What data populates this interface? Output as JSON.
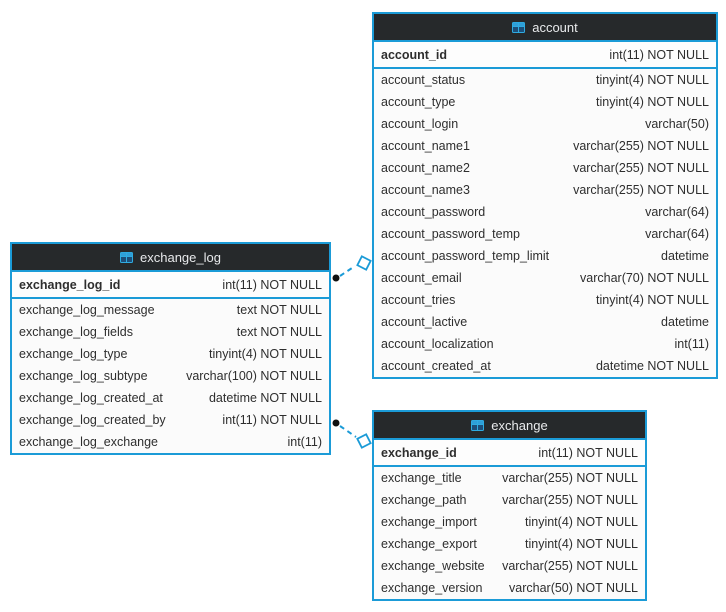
{
  "colors": {
    "accent": "#1b9bd7",
    "header_bg": "#26292b",
    "header_text": "#e8eaec",
    "row_bg": "#fbfbfb",
    "pk_row_bg": "#fdfdfd",
    "text": "#2e2e2e"
  },
  "tables": [
    {
      "name": "account",
      "icon": "table-grid-icon",
      "primary_key": {
        "name": "account_id",
        "type": "int(11) NOT NULL"
      },
      "columns": [
        {
          "name": "account_status",
          "type": "tinyint(4) NOT NULL"
        },
        {
          "name": "account_type",
          "type": "tinyint(4) NOT NULL"
        },
        {
          "name": "account_login",
          "type": "varchar(50)"
        },
        {
          "name": "account_name1",
          "type": "varchar(255) NOT NULL"
        },
        {
          "name": "account_name2",
          "type": "varchar(255) NOT NULL"
        },
        {
          "name": "account_name3",
          "type": "varchar(255) NOT NULL"
        },
        {
          "name": "account_password",
          "type": "varchar(64)"
        },
        {
          "name": "account_password_temp",
          "type": "varchar(64)"
        },
        {
          "name": "account_password_temp_limit",
          "type": "datetime"
        },
        {
          "name": "account_email",
          "type": "varchar(70) NOT NULL"
        },
        {
          "name": "account_tries",
          "type": "tinyint(4) NOT NULL"
        },
        {
          "name": "account_lactive",
          "type": "datetime"
        },
        {
          "name": "account_localization",
          "type": "int(11)"
        },
        {
          "name": "account_created_at",
          "type": "datetime NOT NULL"
        }
      ]
    },
    {
      "name": "exchange_log",
      "icon": "table-grid-icon",
      "primary_key": {
        "name": "exchange_log_id",
        "type": "int(11) NOT NULL"
      },
      "columns": [
        {
          "name": "exchange_log_message",
          "type": "text NOT NULL"
        },
        {
          "name": "exchange_log_fields",
          "type": "text NOT NULL"
        },
        {
          "name": "exchange_log_type",
          "type": "tinyint(4) NOT NULL"
        },
        {
          "name": "exchange_log_subtype",
          "type": "varchar(100) NOT NULL"
        },
        {
          "name": "exchange_log_created_at",
          "type": "datetime NOT NULL"
        },
        {
          "name": "exchange_log_created_by",
          "type": "int(11) NOT NULL"
        },
        {
          "name": "exchange_log_exchange",
          "type": "int(11)"
        }
      ]
    },
    {
      "name": "exchange",
      "icon": "table-grid-icon",
      "primary_key": {
        "name": "exchange_id",
        "type": "int(11) NOT NULL"
      },
      "columns": [
        {
          "name": "exchange_title",
          "type": "varchar(255) NOT NULL"
        },
        {
          "name": "exchange_path",
          "type": "varchar(255) NOT NULL"
        },
        {
          "name": "exchange_import",
          "type": "tinyint(4) NOT NULL"
        },
        {
          "name": "exchange_export",
          "type": "tinyint(4) NOT NULL"
        },
        {
          "name": "exchange_website",
          "type": "varchar(255) NOT NULL"
        },
        {
          "name": "exchange_version",
          "type": "varchar(50) NOT NULL"
        }
      ]
    }
  ],
  "relations": [
    {
      "from": "exchange_log",
      "to": "account",
      "style": "dashed"
    },
    {
      "from": "exchange_log",
      "to": "exchange",
      "style": "dashed"
    }
  ]
}
